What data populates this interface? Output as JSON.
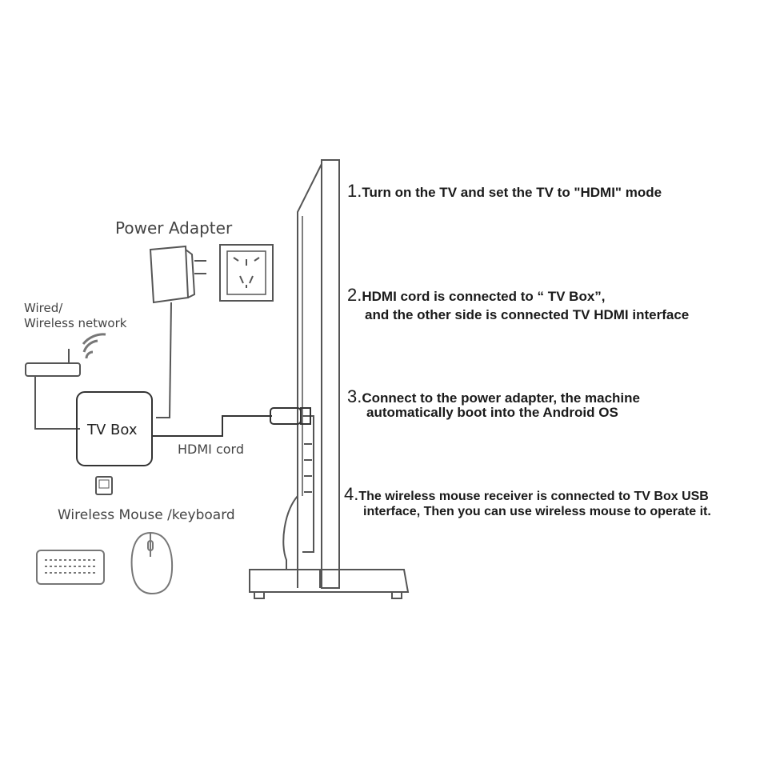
{
  "labels": {
    "power_adapter": "Power Adapter",
    "network_line1": "Wired/",
    "network_line2": "Wireless network",
    "tv_box": "TV Box",
    "hdmi_cord": "HDMI cord",
    "mouse_keyboard": "Wireless Mouse /keyboard"
  },
  "steps": [
    {
      "num": "1.",
      "line1": "Turn on the TV and set the TV to \"HDMI\" mode",
      "line2": ""
    },
    {
      "num": "2.",
      "line1": "HDMI cord is connected to “ TV Box”,",
      "line2": "and the other side is connected TV HDMI interface"
    },
    {
      "num": "3.",
      "line1": "Connect to the power adapter, the machine",
      "line2": "automatically boot into the Android OS"
    },
    {
      "num": "4.",
      "line1": "The wireless mouse receiver is connected to TV  Box USB",
      "line2": "interface, Then you can use wireless mouse to operate it."
    }
  ]
}
